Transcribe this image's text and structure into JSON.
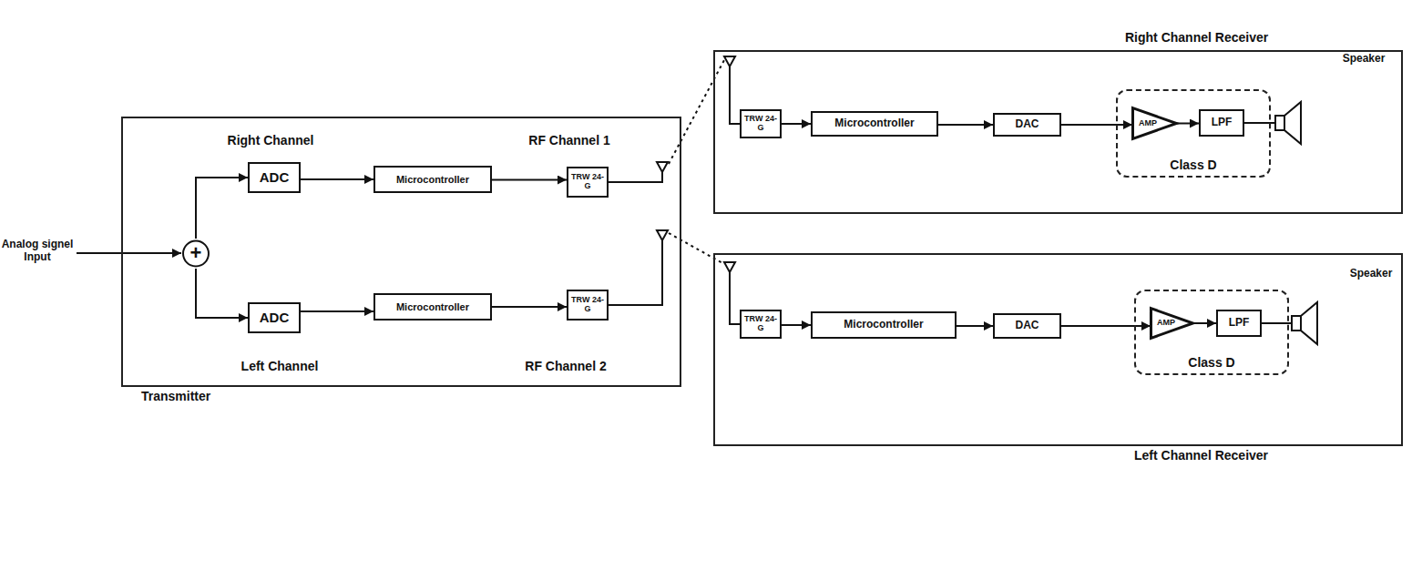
{
  "diagram": {
    "nodes": [
      {
        "text": [
          "Transmitter"
        ]
      },
      {
        "text": [
          "+"
        ],
        "in": 0
      },
      {
        "text": [
          "ADC"
        ],
        "in": 0
      },
      {
        "text": [
          "Microcontroller"
        ],
        "in": 0
      },
      {
        "text": [
          "TRW 24-G"
        ],
        "in": 0
      },
      {
        "text": [
          "ADC"
        ],
        "in": 0
      },
      {
        "text": [
          "Microcontroller"
        ],
        "in": 0
      },
      {
        "text": [
          "TRW 24-G"
        ],
        "in": 0
      },
      {
        "text": [
          "Right Channel Receiver"
        ]
      },
      {
        "text": [
          "TRW 24-G"
        ],
        "in": 8
      },
      {
        "text": [
          "Microcontroller"
        ],
        "in": 8
      },
      {
        "text": [
          "DAC"
        ],
        "in": 8
      },
      {
        "text": [
          "Class D"
        ],
        "in": 8
      },
      {
        "text": [
          "AMP"
        ],
        "in": 12
      },
      {
        "text": [
          "LPF"
        ],
        "in": 12
      },
      {
        "text": [
          "Left Channel Receiver"
        ]
      },
      {
        "text": [
          "TRW 24-G"
        ],
        "in": 15
      },
      {
        "text": [
          "Microcontroller"
        ],
        "in": 15
      },
      {
        "text": [
          "DAC"
        ],
        "in": 15
      },
      {
        "text": [
          "Class D"
        ],
        "in": 15
      },
      {
        "text": [
          "AMP"
        ],
        "in": 19
      },
      {
        "text": [
          "LPF"
        ],
        "in": 19
      }
    ],
    "edges": [
      {
        "from": 1,
        "to": 2,
        "arrow": "to"
      },
      {
        "from": 1,
        "to": 5,
        "arrow": "to"
      },
      {
        "from": 2,
        "to": 3,
        "arrow": "to"
      },
      {
        "from": 3,
        "to": 4,
        "arrow": "to"
      },
      {
        "from": 5,
        "to": 6,
        "arrow": "to"
      },
      {
        "from": 6,
        "to": 7,
        "arrow": "to"
      },
      {
        "from": 9,
        "to": 10,
        "arrow": "to"
      },
      {
        "from": 10,
        "to": 11,
        "arrow": "to"
      },
      {
        "from": 11,
        "to": 13,
        "arrow": "to"
      },
      {
        "from": 13,
        "to": 14,
        "arrow": "to"
      },
      {
        "from": 16,
        "to": 17,
        "arrow": "to"
      },
      {
        "from": 17,
        "to": 18,
        "arrow": "to"
      },
      {
        "from": 18,
        "to": 20,
        "arrow": "to"
      },
      {
        "from": 20,
        "to": 21,
        "arrow": "to"
      }
    ],
    "labels": [
      "Speaker",
      "Right Channel",
      "RF Channel 1",
      "Analog signel Input",
      "Left Channel",
      "RF Channel 2",
      "Speaker"
    ]
  }
}
